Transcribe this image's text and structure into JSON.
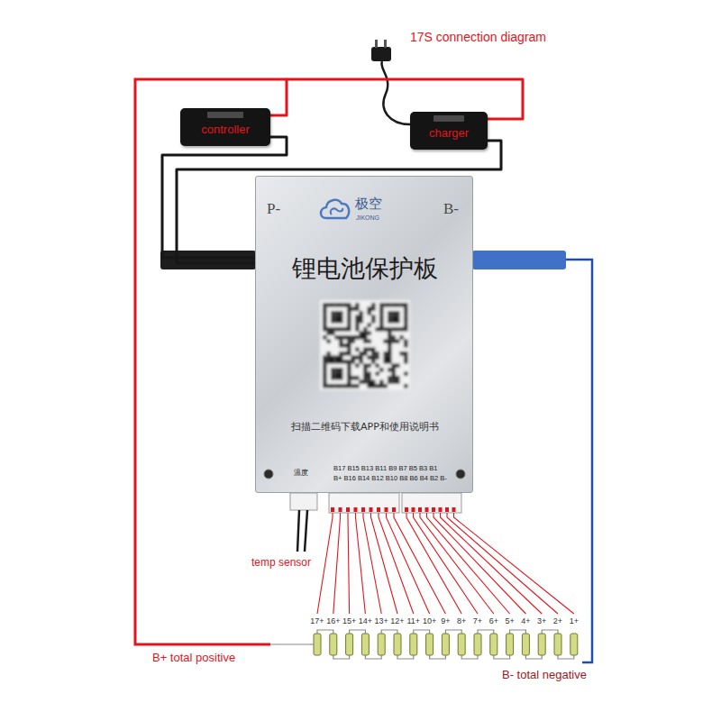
{
  "diagram": {
    "title": "17S connection diagram",
    "nodes": [
      {
        "text": [
          "controller"
        ]
      },
      {
        "text": [
          "charger"
        ]
      },
      {
        "text": [
          "P-",
          "B-",
          "极空",
          "JIKONG",
          "锂电池保护板",
          "扫描二维码下载APP和使用说明书",
          "温度",
          "B17 B15 B13 B11 B9 B7 B5 B3 B1",
          "B+ B16 B14 B12 B10 B8 B6 B4 B2 B-"
        ]
      }
    ],
    "edges": [
      {
        "from": 0,
        "to": 2,
        "arrow": "none"
      },
      {
        "from": 1,
        "to": 2,
        "arrow": "none"
      },
      {
        "from": 0,
        "to": 1,
        "arrow": "none"
      }
    ],
    "labels": [
      "temp sensor",
      "17+",
      "16+",
      "15+",
      "14+",
      "13+",
      "12+",
      "11+",
      "10+",
      "9+",
      "8+",
      "7+",
      "6+",
      "5+",
      "4+",
      "3+",
      "2+",
      "1+",
      "B+ total positive",
      "B- total negative"
    ]
  }
}
